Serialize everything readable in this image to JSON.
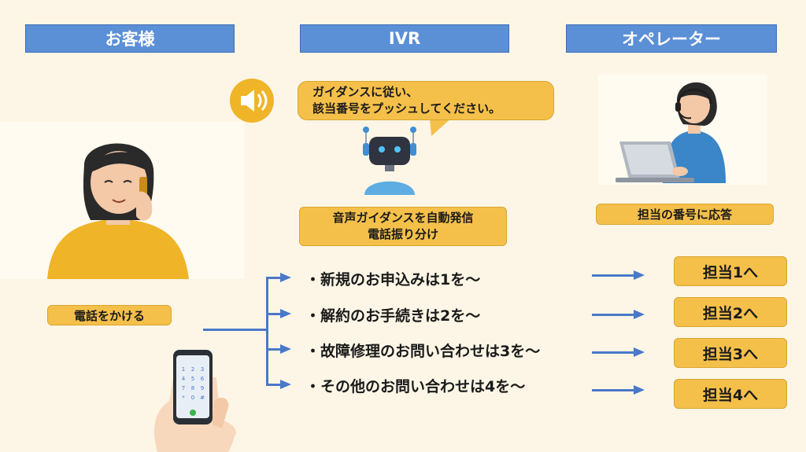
{
  "headers": {
    "customer": "お客様",
    "ivr": "IVR",
    "operator": "オペレーター"
  },
  "speech_bubble": {
    "line1": "ガイダンスに従い、",
    "line2": "該当番号をプッシュしてください。"
  },
  "ivr_box": {
    "line1": "音声ガイダンスを自動発信",
    "line2": "電話振り分け"
  },
  "operator_box": "担当の番号に応答",
  "customer_box": "電話をかける",
  "menu_items": [
    "・新規のお申込みは1を〜",
    "・解約のお手続きは2を〜",
    "・故障修理のお問い合わせは3を〜",
    "・その他のお問い合わせは4を〜"
  ],
  "targets": [
    "担当1へ",
    "担当2へ",
    "担当3へ",
    "担当4へ"
  ],
  "keypad": [
    "1",
    "2",
    "3",
    "4",
    "5",
    "6",
    "7",
    "8",
    "9",
    "*",
    "0",
    "#"
  ],
  "colors": {
    "background": "#fdf6e6",
    "header": "#5b8fd6",
    "box": "#f5c04a",
    "arrow": "#4a78c9"
  },
  "icons": [
    "speaker-icon",
    "robot-icon",
    "customer-illustration",
    "operator-illustration",
    "smartphone-illustration"
  ]
}
